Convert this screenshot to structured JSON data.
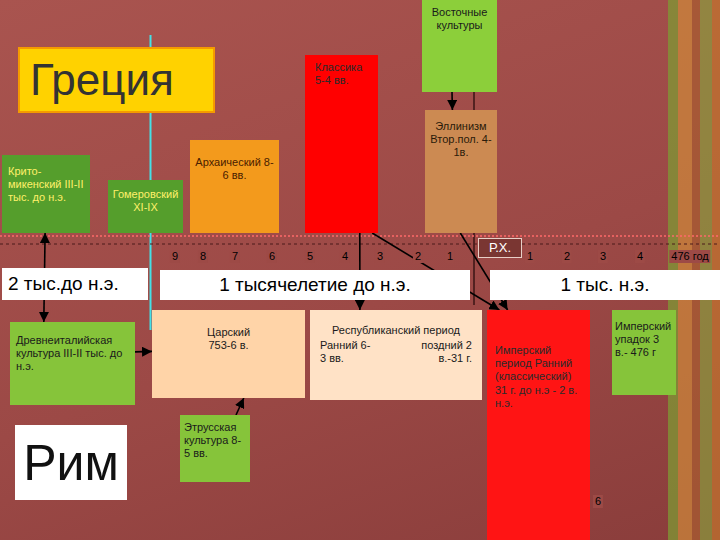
{
  "diagram": {
    "nodes": [
      {
        "text": [
          "Восточные культуры"
        ]
      },
      {
        "text": [
          "Греция"
        ]
      },
      {
        "text": [
          "Классика 5-4 вв."
        ]
      },
      {
        "text": [
          "Эллинизм Втор.пол. 4-1в."
        ]
      },
      {
        "text": [
          "Архаический 8-6 вв."
        ]
      },
      {
        "text": [
          "Крито-микенский III-II тыс. до н.э."
        ]
      },
      {
        "text": [
          "Гомеровский XI-IX"
        ]
      },
      {
        "text": [
          "Р.Х."
        ]
      },
      {
        "text": [
          "2 тыс.до н.э."
        ]
      },
      {
        "text": [
          "1 тысячелетие до н.э."
        ]
      },
      {
        "text": [
          "1 тыс. н.э."
        ]
      },
      {
        "text": [
          "Древнеиталийская культура III-II тыс. до н.э."
        ]
      },
      {
        "text": [
          "Царский 753-6 в."
        ]
      },
      {
        "text": [
          "Республиканский период",
          "Ранний 6-3 вв.",
          "поздний 2 в.-31 г."
        ]
      },
      {
        "text": [
          "Имперский период Ранний (классический) 31 г. до н.э - 2 в. н.э."
        ]
      },
      {
        "text": [
          "Имперский упадок 3 в.- 476 г"
        ]
      },
      {
        "text": [
          "Этрусская культура 8-5 вв."
        ]
      },
      {
        "text": [
          "Рим"
        ]
      }
    ],
    "edges": [
      {
        "from": 5,
        "to": 11,
        "arrow": "both"
      },
      {
        "from": 11,
        "to": 12,
        "arrow": "to"
      },
      {
        "from": 16,
        "to": 12,
        "arrow": "to"
      },
      {
        "from": 2,
        "to": 13,
        "arrow": "to"
      },
      {
        "from": 2,
        "to": 14,
        "arrow": "to"
      },
      {
        "from": 3,
        "to": 14,
        "arrow": "to"
      },
      {
        "from": 0,
        "to": 3,
        "arrow": "to"
      }
    ],
    "labels": [
      "9",
      "8",
      "7",
      "6",
      "5",
      "4",
      "3",
      "2",
      "1",
      "1",
      "2",
      "3",
      "4",
      "476 год",
      "6"
    ]
  }
}
